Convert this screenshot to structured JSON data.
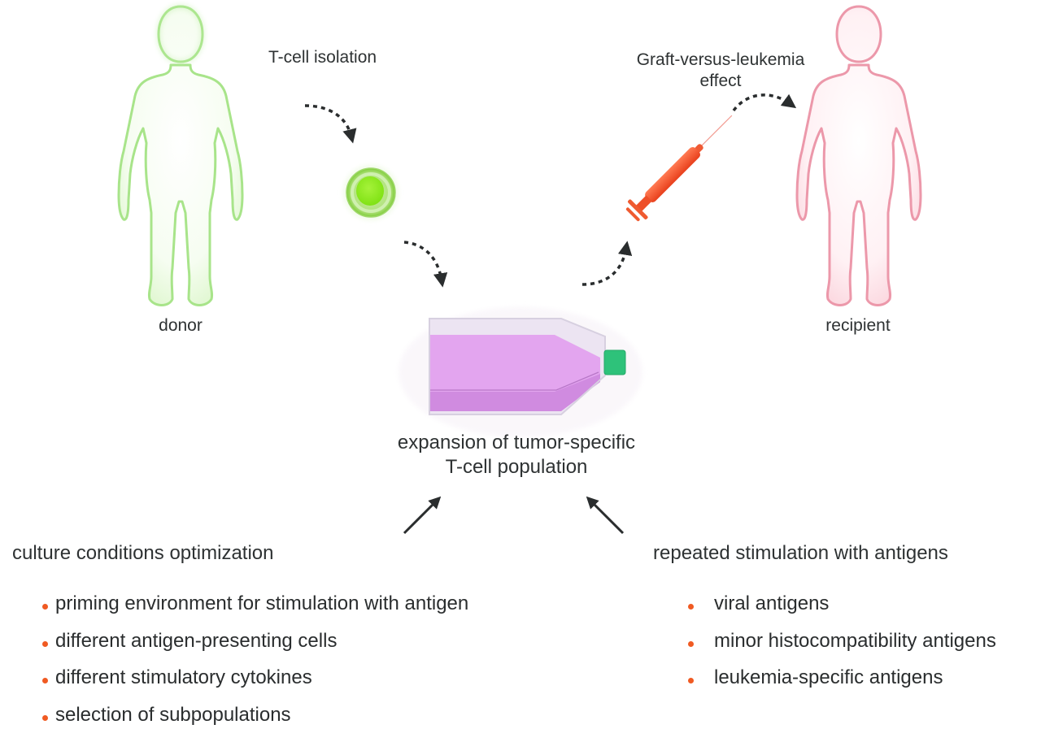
{
  "colors": {
    "bullet": "#f05a22",
    "arrow": "#2a2d2e",
    "donor_tint": "#8fe06a",
    "recipient_tint": "#e8708a",
    "cell_core": "#8eea22",
    "syringe": "#f2502a",
    "flask_media": "#dc8ef0",
    "flask_cap": "#2ec27a"
  },
  "figures": {
    "donor": {
      "label": "donor",
      "icon": "person-icon"
    },
    "recipient": {
      "label": "recipient",
      "icon": "person-icon"
    }
  },
  "steps": {
    "isolation": {
      "label": "T-cell isolation"
    },
    "effect": {
      "line1": "Graft-versus-leukemia",
      "line2": "effect"
    },
    "expansion": {
      "line1": "expansion of tumor-specific",
      "line2": "T-cell population"
    }
  },
  "icons": {
    "cell": "t-cell-icon",
    "flask": "culture-flask-icon",
    "syringe": "syringe-icon"
  },
  "culture": {
    "heading": "culture conditions optimization",
    "items": [
      "priming environment for stimulation with antigen",
      "different antigen-presenting cells",
      "different stimulatory cytokines",
      "selection of subpopulations"
    ]
  },
  "stimulation": {
    "heading": "repeated stimulation with antigens",
    "items": [
      "viral antigens",
      "minor histocompatibility antigens",
      "leukemia-specific antigens"
    ]
  }
}
